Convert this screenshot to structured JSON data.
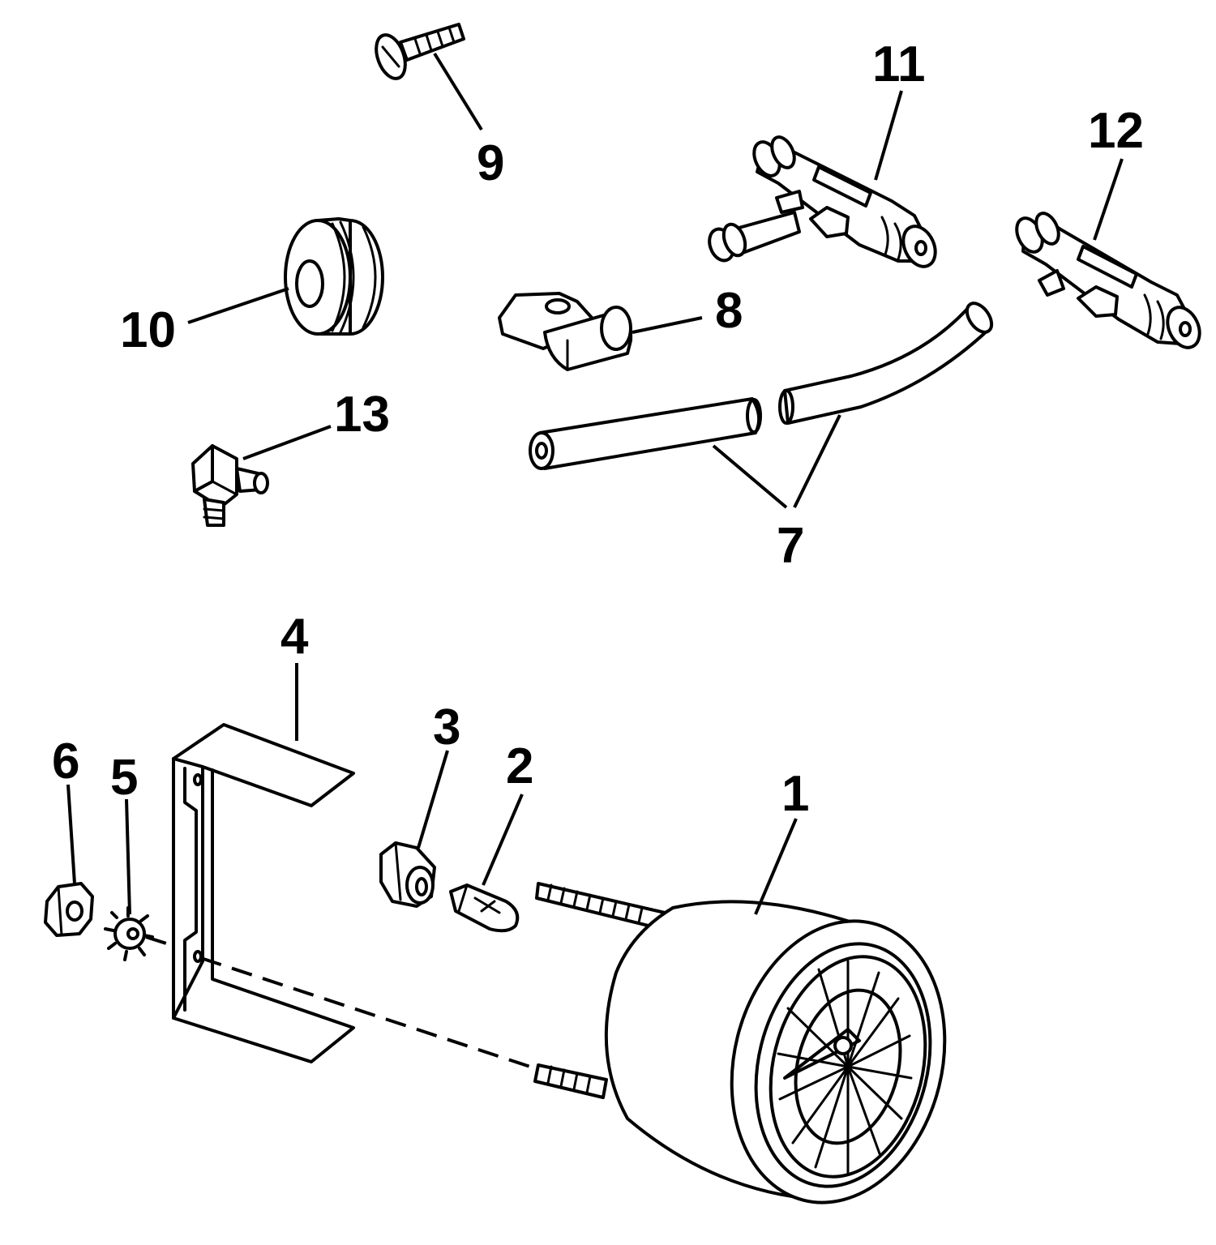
{
  "diagram": {
    "type": "exploded-parts-view",
    "colors": {
      "line": "#000000",
      "background": "#ffffff"
    },
    "callouts": [
      {
        "id": "1",
        "label": "1"
      },
      {
        "id": "2",
        "label": "2"
      },
      {
        "id": "3",
        "label": "3"
      },
      {
        "id": "4",
        "label": "4"
      },
      {
        "id": "5",
        "label": "5"
      },
      {
        "id": "6",
        "label": "6"
      },
      {
        "id": "7",
        "label": "7"
      },
      {
        "id": "8",
        "label": "8"
      },
      {
        "id": "9",
        "label": "9"
      },
      {
        "id": "10",
        "label": "10"
      },
      {
        "id": "11",
        "label": "11"
      },
      {
        "id": "12",
        "label": "12"
      },
      {
        "id": "13",
        "label": "13"
      }
    ]
  }
}
